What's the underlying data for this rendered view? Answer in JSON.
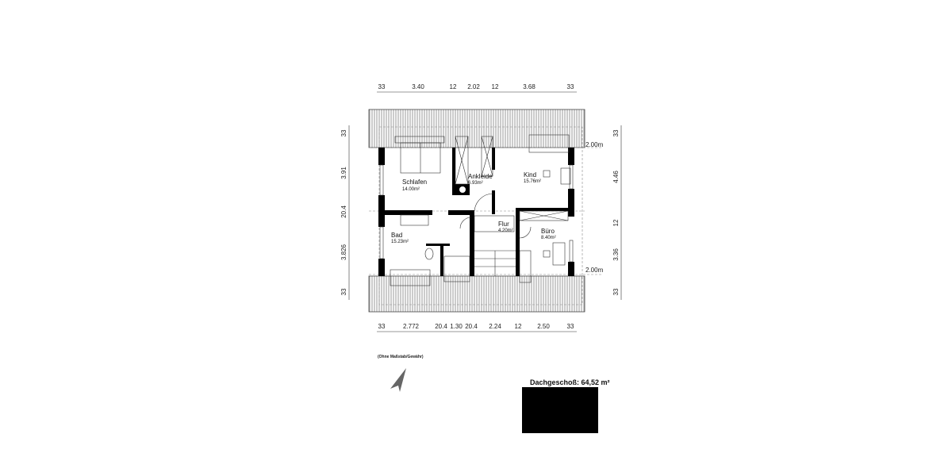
{
  "plan": {
    "rooms": [
      {
        "name": "Schlafen",
        "area": "14.00m²"
      },
      {
        "name": "Ankleide",
        "area": "6.93m²"
      },
      {
        "name": "Kind",
        "area": "15.76m²"
      },
      {
        "name": "Flur",
        "area": "4.20m²"
      },
      {
        "name": "Bad",
        "area": "15.23m²"
      },
      {
        "name": "Büro",
        "area": "8.40m²"
      }
    ],
    "dimensions": {
      "top": [
        "33",
        "3.40",
        "12",
        "2.02",
        "12",
        "3.68",
        "33"
      ],
      "bottom": [
        "33",
        "2.772",
        "20.4",
        "1.30",
        "20.4",
        "2.24",
        "12",
        "2.50",
        "33"
      ],
      "left": [
        "33",
        "3.91",
        "20.4",
        "3.826",
        "33"
      ],
      "right": [
        "33",
        "4.46",
        "12",
        "3.36",
        "33"
      ]
    },
    "knee_wall_height": [
      "2.00m",
      "2.00m"
    ]
  },
  "note": "(Ohne Maßstab/Gewähr)",
  "summary": "Dachgeschoß: 64,52 m²",
  "colors": {
    "walls": "#000000",
    "north_arrow": "#666666"
  }
}
